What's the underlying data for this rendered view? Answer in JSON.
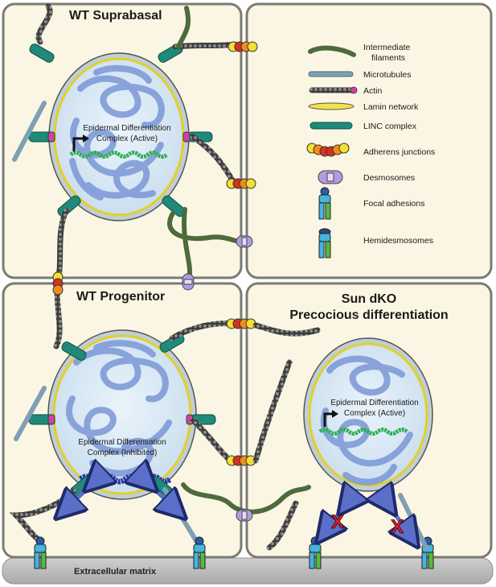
{
  "panels": {
    "top_left_title": "WT Suprabasal",
    "bottom_left_title": "WT Progenitor",
    "bottom_right_title_line1": "Sun dKO",
    "bottom_right_title_line2": "Precocious differentiation"
  },
  "labels": {
    "edc_active_top_line1": "Epidermal Differentiation",
    "edc_active_top_line2": "Complex (Active)",
    "edc_inhibited_line1": "Epidermal Differentiation",
    "edc_inhibited_line2": "Complex (Inhibited)",
    "edc_active_ko_line1": "Epidermal Differentiation",
    "edc_active_ko_line2": "Complex (Active)",
    "ecm": "Extracellular matrix",
    "blocked_mark": "X"
  },
  "legend": [
    {
      "id": "if",
      "line1": "Intermediate",
      "line2": "filaments",
      "icon": "intermediate-filament-icon"
    },
    {
      "id": "mt",
      "line1": "Microtubules",
      "line2": "",
      "icon": "microtubule-icon"
    },
    {
      "id": "actin",
      "line1": "Actin",
      "line2": "",
      "icon": "actin-icon"
    },
    {
      "id": "lamin",
      "line1": "Lamin network",
      "line2": "",
      "icon": "lamin-icon"
    },
    {
      "id": "linc",
      "line1": "LINC complex",
      "line2": "",
      "icon": "linc-complex-icon"
    },
    {
      "id": "aj",
      "line1": "Adherens junctions",
      "line2": "",
      "icon": "adherens-junction-icon"
    },
    {
      "id": "desmo",
      "line1": "Desmosomes",
      "line2": "",
      "icon": "desmosome-icon"
    },
    {
      "id": "fa",
      "line1": "Focal adhesions",
      "line2": "",
      "icon": "focal-adhesion-icon"
    },
    {
      "id": "hemi",
      "line1": "Hemidesmosomes",
      "line2": "",
      "icon": "hemidesmosome-icon"
    }
  ],
  "colors": {
    "cell_fill": "#fbf6e3",
    "cell_border": "#7b7b73",
    "nucleus_fill": "#dcecf6",
    "nuclear_envelope": "#b8c7cf",
    "lamin": "#f2e24a",
    "chromatin": "#7b97d6",
    "edc_active": "#2fae55",
    "edc_inhibited": "#2a37a8",
    "linc": "#1f8a7a",
    "intermediate_filament": "#4d6b3d",
    "microtubule": "#7fa0b4",
    "actin": "#4a4a4a",
    "adherens_red": "#d4321e",
    "adherens_orange": "#f28b1c",
    "adherens_yellow": "#f3e033",
    "desmosome": "#b49be0",
    "focal_cyan": "#46b4df",
    "focal_green": "#57b947",
    "focal_blue": "#2e5aa8",
    "hemi_cap": "#2c4a78",
    "ecm": "#bdbdbd",
    "force_arrow": "#5b6fc9",
    "block_x": "#e01f26"
  }
}
